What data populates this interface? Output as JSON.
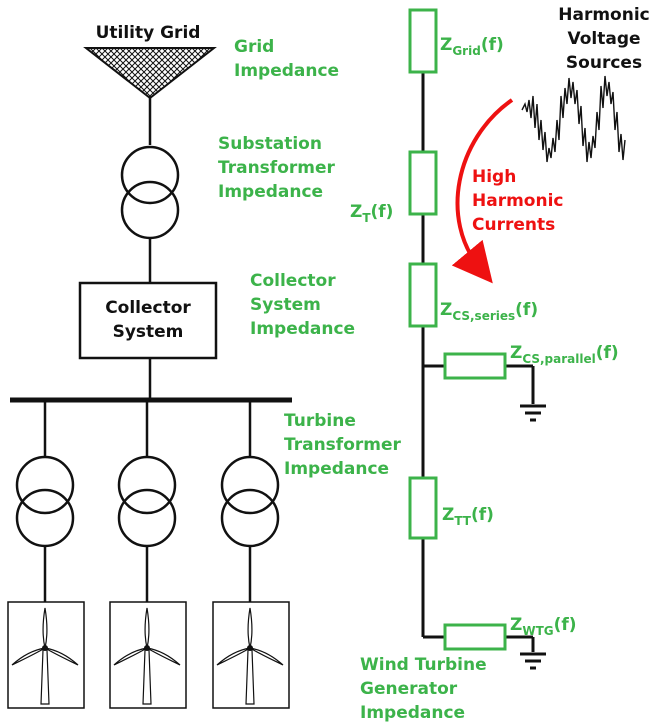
{
  "title_left": "Utility Grid",
  "harmonic_source": [
    "Harmonic",
    "Voltage",
    "Sources"
  ],
  "left_labels": {
    "grid_impedance": [
      "Grid",
      "Impedance"
    ],
    "substation_impedance": [
      "Substation",
      "Transformer",
      "Impedance"
    ],
    "collector_impedance": [
      "Collector",
      "System",
      "Impedance"
    ],
    "turbine_transformer_impedance": [
      "Turbine",
      "Transformer",
      "Impedance"
    ],
    "wtg_impedance": [
      "Wind Turbine",
      "Generator",
      "Impedance"
    ]
  },
  "collector_box": [
    "Collector",
    "System"
  ],
  "current_label": [
    "High",
    "Harmonic",
    "Currents"
  ],
  "impedances": {
    "grid": {
      "main": "Z",
      "sub": "Grid",
      "suffix": "(f)"
    },
    "transformer": {
      "main": "Z",
      "sub": "T",
      "suffix": "(f)"
    },
    "cs_series": {
      "main": "Z",
      "sub": "CS,series",
      "suffix": "(f)"
    },
    "cs_parallel": {
      "main": "Z",
      "sub": "CS,parallel",
      "suffix": "(f)"
    },
    "turbine_tx": {
      "main": "Z",
      "sub": "TT",
      "suffix": "(f)"
    },
    "wtg": {
      "main": "Z",
      "sub": "WTG",
      "suffix": "(f)"
    }
  },
  "colors": {
    "impedance": "#3cb34a",
    "current": "#ee1111",
    "line": "#111111"
  }
}
